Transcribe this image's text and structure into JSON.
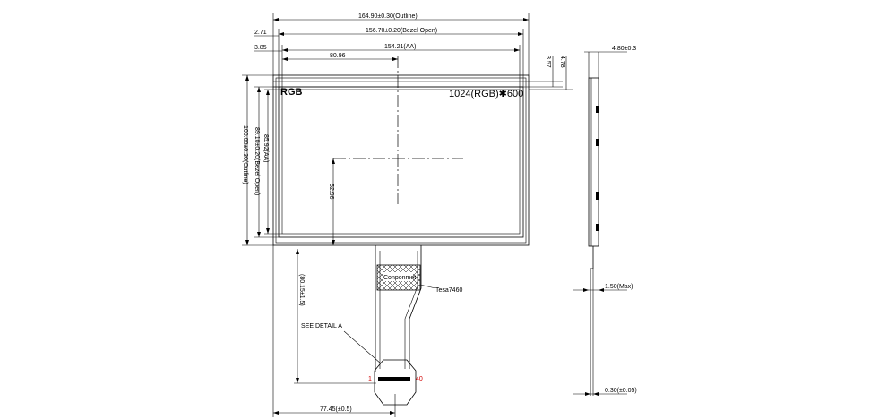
{
  "dimensions": {
    "outline_width": "164.90±0.30(Outline)",
    "bezel_open_width": "156.70±0.20(Bezel Open)",
    "aa_width": "154.21(AA)",
    "aa_half_width": "80.96",
    "left_offset_1": "2.71",
    "left_offset_2": "3.85",
    "top_offset_1": "3.57",
    "top_offset_2": "4.78",
    "thickness": "4.80±0.3",
    "outline_height": "100.00±0.30(Outline)",
    "bezel_open_height": "89.10±0.20(Bezel Open)",
    "aa_height": "85.92(AA)",
    "aa_half_height": "52.96",
    "fpc_length": "(80.15±1.5)",
    "fpc_offset": "77.45(±0.5)",
    "fpc_thickness_max": "1.50(Max)",
    "fpc_thickness": "0.30(±0.05)"
  },
  "labels": {
    "rgb": "RGB",
    "resolution": "1024(RGB)✱600",
    "component": "Conponmet",
    "tesa": "Tesa7460",
    "see_detail": "SEE DETAIL  A",
    "pin_first": "1",
    "pin_last": "40"
  }
}
